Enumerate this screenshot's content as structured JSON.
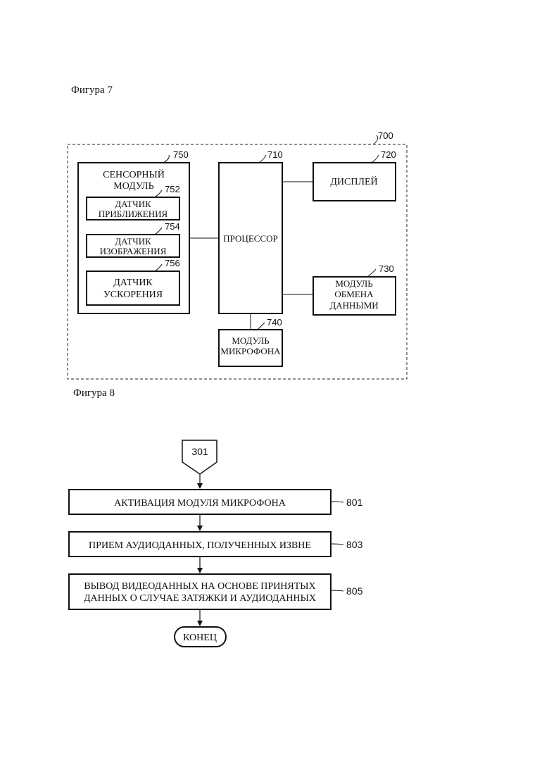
{
  "figure7": {
    "caption": "Фигура 7",
    "device": {
      "ref": "700"
    },
    "sensor_module": {
      "ref": "750",
      "label_line1": "СЕНСОРНЫЙ",
      "label_line2": "МОДУЛЬ",
      "sensors": [
        {
          "ref": "752",
          "line1": "ДАТЧИК",
          "line2": "ПРИБЛИЖЕНИЯ"
        },
        {
          "ref": "754",
          "line1": "ДАТЧИК",
          "line2": "ИЗОБРАЖЕНИЯ"
        },
        {
          "ref": "756",
          "line1": "ДАТЧИК",
          "line2": "УСКОРЕНИЯ"
        }
      ]
    },
    "processor": {
      "ref": "710",
      "label": "ПРОЦЕССОР"
    },
    "display": {
      "ref": "720",
      "label": "ДИСПЛЕЙ"
    },
    "comm_module": {
      "ref": "730",
      "line1": "МОДУЛЬ",
      "line2": "ОБМЕНА",
      "line3": "ДАННЫМИ"
    },
    "mic_module": {
      "ref": "740",
      "line1": "МОДУЛЬ",
      "line2": "МИКРОФОНА"
    }
  },
  "figure8": {
    "caption": "Фигура 8",
    "start": {
      "label": "301"
    },
    "steps": [
      {
        "ref": "801",
        "line1": "АКТИВАЦИЯ МОДУЛЯ МИКРОФОНА",
        "line2": ""
      },
      {
        "ref": "803",
        "line1": "ПРИЕМ АУДИОДАННЫХ, ПОЛУЧЕННЫХ ИЗВНЕ",
        "line2": ""
      },
      {
        "ref": "805",
        "line1": "ВЫВОД ВИДЕОДАННЫХ НА ОСНОВЕ ПРИНЯТЫХ",
        "line2": "ДАННЫХ О СЛУЧАЕ ЗАТЯЖКИ И АУДИОДАННЫХ"
      }
    ],
    "end": {
      "label": "КОНЕЦ"
    }
  }
}
